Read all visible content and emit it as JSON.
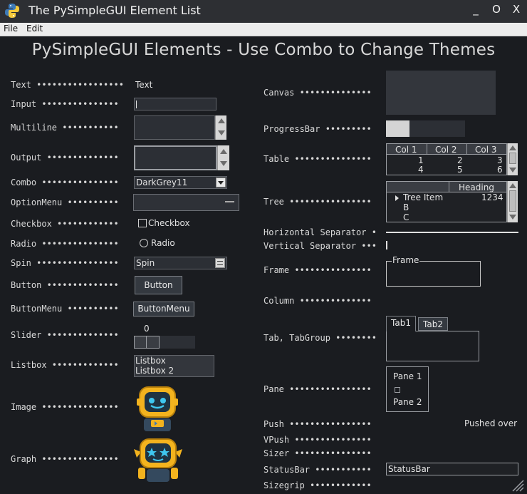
{
  "window": {
    "title": "The PySimpleGUI Element List",
    "minimize": "_",
    "maximize": "O",
    "close": "X"
  },
  "menu": [
    "File",
    "Edit"
  ],
  "heading": "PySimpleGUI Elements - Use Combo to Change Themes",
  "left": {
    "text_label": "Text •••••••••••••••••",
    "text_value": "Text",
    "input_label": "Input •••••••••••••••",
    "multiline_label": "Multiline •••••••••••",
    "output_label": "Output ••••••••••••••",
    "combo_label": "Combo •••••••••••••••",
    "combo_value": "DarkGrey11",
    "optionmenu_label": "OptionMenu ••••••••••",
    "checkbox_label": "Checkbox ••••••••••••",
    "checkbox_text": "Checkbox",
    "radio_label": "Radio •••••••••••••••",
    "radio_text": "Radio",
    "spin_label": "Spin ••••••••••••••••",
    "spin_value": "Spin",
    "button_label": "Button ••••••••••••••",
    "button_text": "Button",
    "buttonmenu_label": "ButtonMenu ••••••••••",
    "buttonmenu_text": "ButtonMenu",
    "slider_label": "Slider ••••••••••••••",
    "slider_value": "0",
    "listbox_label": "Listbox •••••••••••••",
    "listbox_items": [
      "Listbox",
      "Listbox 2"
    ],
    "image_label": "Image •••••••••••••••",
    "graph_label": "Graph •••••••••••••••"
  },
  "right": {
    "canvas_label": "Canvas ••••••••••••••",
    "progress_label": "ProgressBar •••••••••",
    "progress_fraction": 0.3,
    "table_label": "Table •••••••••••••••",
    "table_headers": [
      "Col 1",
      "Col 2",
      "Col 3"
    ],
    "table_rows": [
      [
        "1",
        "2",
        "3"
      ],
      [
        "4",
        "5",
        "6"
      ]
    ],
    "tree_label": "Tree ••••••••••••••••",
    "tree_heading": "Heading",
    "tree_item": "Tree Item",
    "tree_item_value": "1234",
    "tree_children": [
      "B",
      "C"
    ],
    "hsep_label": "Horizontal Separator •",
    "vsep_label": "Vertical Separator •••",
    "frame_label": "Frame •••••••••••••••",
    "frame_title": "Frame",
    "column_label": "Column ••••••••••••••",
    "tab_label": "Tab, TabGroup ••••••••",
    "tabs": [
      "Tab1",
      "Tab2"
    ],
    "pane_label": "Pane ••••••••••••••••",
    "panes": [
      "Pane 1",
      "Pane 2"
    ],
    "push_label": "Push ••••••••••••••••",
    "push_text": "Pushed over",
    "vpush_label": "VPush •••••••••••••••",
    "sizer_label": "Sizer •••••••••••••••",
    "statusbar_label": "StatusBar •••••••••••",
    "statusbar_text": "StatusBar",
    "sizegrip_label": "Sizegrip ••••••••••••"
  },
  "colors": {
    "background": "#1a1c20",
    "field": "#2c2f35",
    "titlebar": "#2d2f33",
    "progress_fill": "#d4d4d4"
  }
}
